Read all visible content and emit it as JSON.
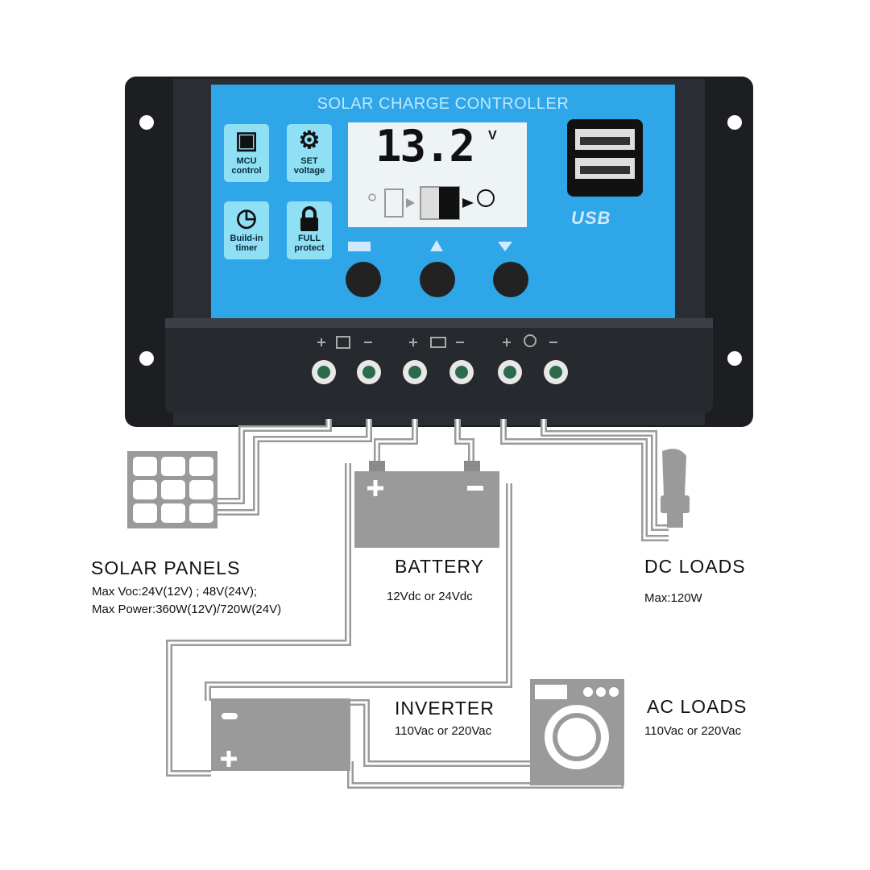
{
  "device": {
    "title": "SOLAR CHARGE CONTROLLER",
    "features": [
      {
        "icon": "chip-icon",
        "label_1": "MCU",
        "label_2": "control"
      },
      {
        "icon": "gear-icon",
        "label_1": "SET",
        "label_2": "voltage"
      },
      {
        "icon": "clock-icon",
        "label_1": "Build-in",
        "label_2": "timer"
      },
      {
        "icon": "lock-icon",
        "label_1": "FULL",
        "label_2": "protect"
      }
    ],
    "lcd": {
      "voltage": "13.2",
      "unit": "V"
    },
    "usb_label": "USB",
    "colors": {
      "panel": "#2fa6e8",
      "body": "#1c1e22",
      "wire": "#9a9a9a"
    }
  },
  "labels": {
    "solar": {
      "title": "SOLAR  PANELS",
      "line1": "Max  Voc:24V(12V) ; 48V(24V);",
      "line2": "Max  Power:360W(12V)/720W(24V)"
    },
    "battery": {
      "title": "BATTERY",
      "line1": "12Vdc  or  24Vdc"
    },
    "dc_loads": {
      "title": "DC  LOADS",
      "line1": "Max:120W"
    },
    "inverter": {
      "title": "INVERTER",
      "line1": "110Vac  or  220Vac"
    },
    "ac_loads": {
      "title": "AC  LOADS",
      "line1": "110Vac  or  220Vac"
    }
  }
}
